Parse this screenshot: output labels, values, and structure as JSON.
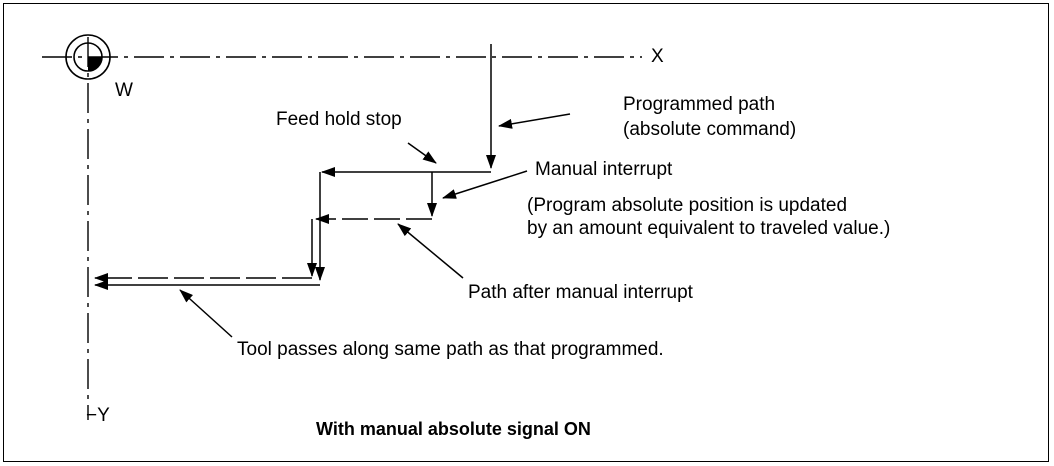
{
  "labels": {
    "axis_x": "X",
    "axis_y": "−Y",
    "origin": "W",
    "feed_hold_stop": "Feed hold stop",
    "programmed_path_line1": "Programmed path",
    "programmed_path_line2": "(absolute command)",
    "manual_interrupt": "Manual interrupt",
    "note_line1": "(Program absolute position is updated",
    "note_line2": "by an amount equivalent to traveled value.)",
    "path_after_interrupt": "Path after manual interrupt",
    "tool_passes": "Tool passes along same path as that programmed.",
    "caption": "With manual absolute signal ON"
  }
}
